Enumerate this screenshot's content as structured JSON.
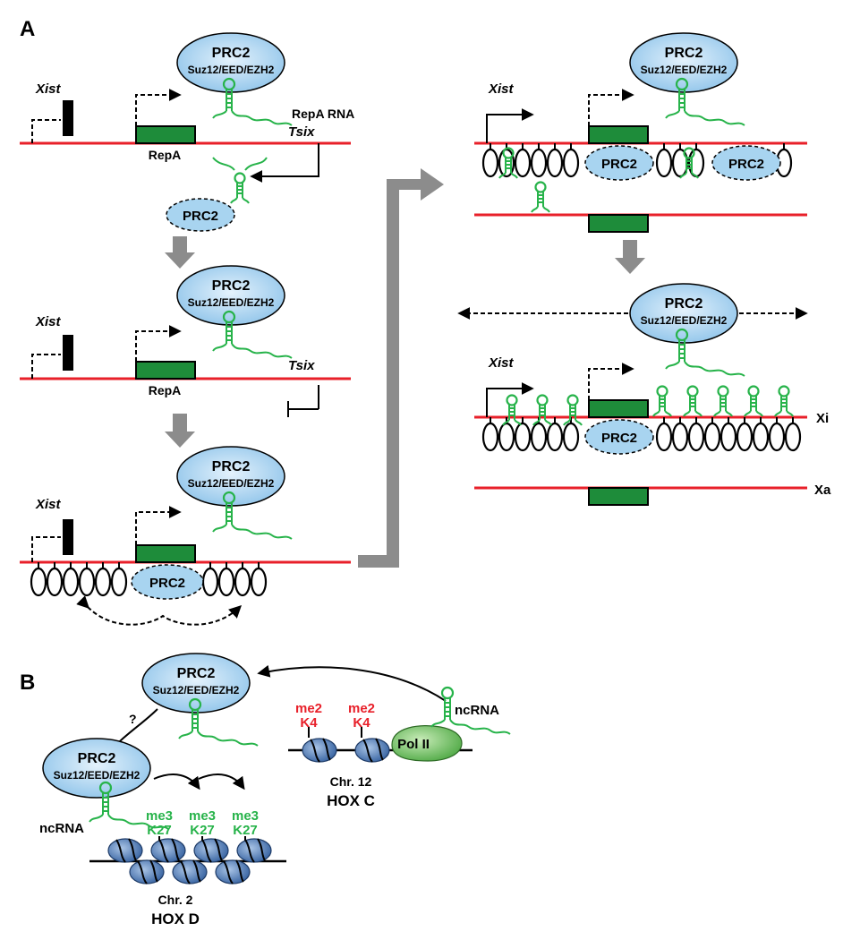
{
  "panel_a_label": "A",
  "panel_b_label": "B",
  "prc2": {
    "name": "PRC2",
    "subunits": "Suz12/EED/EZH2"
  },
  "xist": "Xist",
  "tsix": "Tsix",
  "repa": "RepA",
  "repa_rna": "RepA RNA",
  "xi": "Xi",
  "xa": "Xa",
  "ncrna": "ncRNA",
  "question": "?",
  "pol2": "Pol II",
  "me2": "me2",
  "k4": "K4",
  "me3": "me3",
  "k27": "K27",
  "chr12": "Chr. 12",
  "hoxc": "HOX C",
  "chr2": "Chr. 2",
  "hoxd": "HOX D",
  "colors": {
    "dna": "#e8202a",
    "gene": "#1e8c3a",
    "rna": "#27b34a",
    "prc2_fill": "#a8d4f0",
    "arrow_gray": "#8c8c8c",
    "mark_red": "#e8202a",
    "mark_green": "#27b34a",
    "nucleosome": "#4a78b8",
    "pol2": "#6fbf5a"
  }
}
